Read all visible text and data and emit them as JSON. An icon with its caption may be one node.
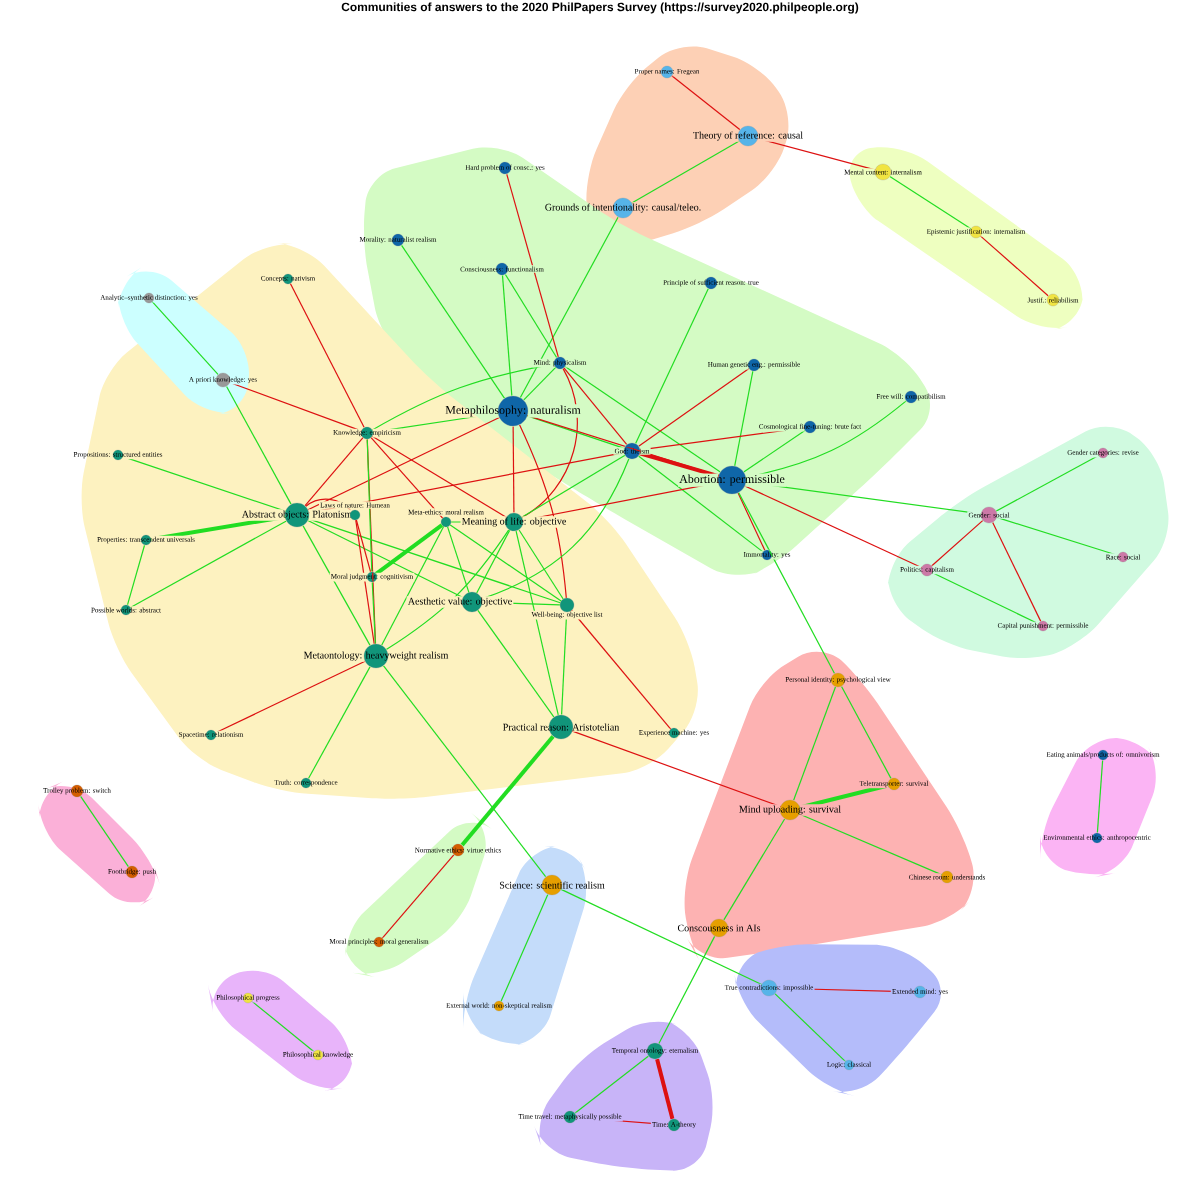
{
  "diagram": {
    "title": "Communities of answers to the 2020 PhilPapers Survey (https://survey2020.philpeople.org)",
    "nodes": [
      {
        "text": [
          "Proper names: Fregean"
        ]
      },
      {
        "text": [
          "Theory of reference: causal"
        ]
      },
      {
        "text": [
          "Mental content: internalism"
        ]
      },
      {
        "text": [
          "Grounds of intentionality: causal/teleo."
        ]
      },
      {
        "text": [
          "Hard problem of consc.: yes"
        ]
      },
      {
        "text": [
          "Epistemic justification: internalism"
        ]
      },
      {
        "text": [
          "Morality: naturalist realism"
        ]
      },
      {
        "text": [
          "Consciousness: functionalism"
        ]
      },
      {
        "text": [
          "Principle of sufficient reason: true"
        ]
      },
      {
        "text": [
          "Concepts: nativism"
        ]
      },
      {
        "text": [
          "Analytic–synthetic distinction: yes"
        ]
      },
      {
        "text": [
          "Justif.: reliabilism"
        ]
      },
      {
        "text": [
          "Mind: physicalism"
        ]
      },
      {
        "text": [
          "Human genetic eng.: permissible"
        ]
      },
      {
        "text": [
          "A priori knowledge: yes"
        ]
      },
      {
        "text": [
          "Free will: compatibilism"
        ]
      },
      {
        "text": [
          "Metaphilosophy: naturalism"
        ]
      },
      {
        "text": [
          "Cosmological fine-tuning: brute fact"
        ]
      },
      {
        "text": [
          "Knowledge: empiricism"
        ]
      },
      {
        "text": [
          "God: theism"
        ]
      },
      {
        "text": [
          "Propositions: structured entities"
        ]
      },
      {
        "text": [
          "Gender categories: revise"
        ]
      },
      {
        "text": [
          "Abortion: permissible"
        ]
      },
      {
        "text": [
          "Abstract objects: Platonism"
        ]
      },
      {
        "text": [
          "Laws of nature: Humean"
        ]
      },
      {
        "text": [
          "Meta-ethics: moral realism"
        ]
      },
      {
        "text": [
          "Meaning of life: objective"
        ]
      },
      {
        "text": [
          "Gender: social"
        ]
      },
      {
        "text": [
          "Properties: transcendent universals"
        ]
      },
      {
        "text": [
          "Immortality: yes"
        ]
      },
      {
        "text": [
          "Race: social"
        ]
      },
      {
        "text": [
          "Politics: capitalism"
        ]
      },
      {
        "text": [
          "Moral judgment: cognitivism"
        ]
      },
      {
        "text": [
          "Aesthetic value: objective"
        ]
      },
      {
        "text": [
          "Well-being: objective list"
        ]
      },
      {
        "text": [
          "Possible worlds: abstract"
        ]
      },
      {
        "text": [
          "Capital punishment: permissible"
        ]
      },
      {
        "text": [
          "Metaontology: heavyweight realism"
        ]
      },
      {
        "text": [
          "Personal identity: psychological view"
        ]
      },
      {
        "text": [
          "Practical reason: Aristotelian"
        ]
      },
      {
        "text": [
          "Experience machine: yes"
        ]
      },
      {
        "text": [
          "Spacetime: relationism"
        ]
      },
      {
        "text": [
          "Eating animals/products of: omnivorism"
        ]
      },
      {
        "text": [
          "Trolley problem: switch"
        ]
      },
      {
        "text": [
          "Truth: correspondence"
        ]
      },
      {
        "text": [
          "Teletransporter: survival"
        ]
      },
      {
        "text": [
          "Mind uploading: survival"
        ]
      },
      {
        "text": [
          "Normative ethics: virtue ethics"
        ]
      },
      {
        "text": [
          "Environmental ethics: anthropocentric"
        ]
      },
      {
        "text": [
          "Footbridge: push"
        ]
      },
      {
        "text": [
          "Chinese room: understands"
        ]
      },
      {
        "text": [
          "Science: scientific realism"
        ]
      },
      {
        "text": [
          "Conscousness in AIs"
        ]
      },
      {
        "text": [
          "Moral principles: moral generalism"
        ]
      },
      {
        "text": [
          "True contradictions: impossible"
        ]
      },
      {
        "text": [
          "Extended mind: yes"
        ]
      },
      {
        "text": [
          "Philosophical progress"
        ]
      },
      {
        "text": [
          "External world: non-skeptical realism"
        ]
      },
      {
        "text": [
          "Temporal ontology: eternalism"
        ]
      },
      {
        "text": [
          "Philosophical knowledge"
        ]
      },
      {
        "text": [
          "Logic: classical"
        ]
      },
      {
        "text": [
          "Time travel: metaphysically possible"
        ]
      },
      {
        "text": [
          "Time: A-theory"
        ]
      }
    ],
    "edges": [
      {
        "from": 1,
        "to": 0,
        "arrow": "none",
        "color": "#dd1111"
      },
      {
        "from": 1,
        "to": 2,
        "arrow": "none",
        "color": "#dd1111"
      },
      {
        "from": 1,
        "to": 3,
        "arrow": "none"
      },
      {
        "from": 2,
        "to": 5,
        "arrow": "none"
      },
      {
        "from": 5,
        "to": 11,
        "arrow": "none",
        "color": "#dd1111"
      },
      {
        "from": 3,
        "to": 16,
        "arrow": "none"
      },
      {
        "from": 4,
        "to": 12,
        "arrow": "none",
        "color": "#dd1111"
      },
      {
        "from": 6,
        "to": 16,
        "arrow": "none"
      },
      {
        "from": 7,
        "to": 16,
        "arrow": "none"
      },
      {
        "from": 7,
        "to": 12,
        "arrow": "none"
      },
      {
        "from": 8,
        "to": 19,
        "arrow": "none"
      },
      {
        "from": 9,
        "to": 18,
        "arrow": "none",
        "color": "#dd1111"
      },
      {
        "from": 10,
        "to": 14,
        "arrow": "none"
      },
      {
        "from": 14,
        "to": 23,
        "arrow": "none"
      },
      {
        "from": 14,
        "to": 18,
        "arrow": "none",
        "color": "#dd1111"
      },
      {
        "from": 12,
        "to": 16,
        "arrow": "none"
      },
      {
        "from": 12,
        "to": 19,
        "arrow": "none",
        "color": "#dd1111"
      },
      {
        "from": 12,
        "to": 26,
        "arrow": "none",
        "color": "#dd1111"
      },
      {
        "from": 12,
        "to": 18,
        "arrow": "none"
      },
      {
        "from": 12,
        "to": 22,
        "arrow": "none"
      },
      {
        "from": 13,
        "to": 19,
        "arrow": "none",
        "color": "#dd1111"
      },
      {
        "from": 13,
        "to": 22,
        "arrow": "none"
      },
      {
        "from": 15,
        "to": 22,
        "arrow": "none"
      },
      {
        "from": 17,
        "to": 19,
        "arrow": "none",
        "color": "#dd1111"
      },
      {
        "from": 17,
        "to": 22,
        "arrow": "none"
      },
      {
        "from": 16,
        "to": 18,
        "arrow": "none"
      },
      {
        "from": 16,
        "to": 19,
        "arrow": "none"
      },
      {
        "from": 16,
        "to": 22,
        "arrow": "none",
        "color": "#dd1111"
      },
      {
        "from": 16,
        "to": 23,
        "arrow": "none",
        "color": "#dd1111"
      },
      {
        "from": 16,
        "to": 26,
        "arrow": "none",
        "color": "#dd1111"
      },
      {
        "from": 16,
        "to": 34,
        "arrow": "none",
        "color": "#dd1111"
      },
      {
        "from": 18,
        "to": 23,
        "arrow": "none",
        "color": "#dd1111"
      },
      {
        "from": 18,
        "to": 25,
        "arrow": "none",
        "color": "#dd1111"
      },
      {
        "from": 18,
        "to": 26,
        "arrow": "none",
        "color": "#dd1111"
      },
      {
        "from": 18,
        "to": 37,
        "arrow": "none",
        "color": "#dd1111"
      },
      {
        "from": 18,
        "to": 32,
        "arrow": "none"
      },
      {
        "from": 19,
        "to": 22,
        "arrow": "none",
        "style": "thick",
        "color": "#dd1111"
      },
      {
        "from": 19,
        "to": 26,
        "arrow": "none"
      },
      {
        "from": 19,
        "to": 33,
        "arrow": "none"
      },
      {
        "from": 19,
        "to": 29,
        "arrow": "none"
      },
      {
        "from": 19,
        "to": 23,
        "arrow": "none",
        "color": "#dd1111"
      },
      {
        "from": 22,
        "to": 26,
        "arrow": "none",
        "color": "#dd1111"
      },
      {
        "from": 22,
        "to": 27,
        "arrow": "none"
      },
      {
        "from": 22,
        "to": 31,
        "arrow": "none",
        "color": "#dd1111"
      },
      {
        "from": 22,
        "to": 29,
        "arrow": "none",
        "color": "#dd1111"
      },
      {
        "from": 22,
        "to": 38,
        "arrow": "none"
      },
      {
        "from": 23,
        "to": 20,
        "arrow": "none"
      },
      {
        "from": 23,
        "to": 28,
        "arrow": "none",
        "style": "thick"
      },
      {
        "from": 23,
        "to": 35,
        "arrow": "none"
      },
      {
        "from": 23,
        "to": 24,
        "arrow": "none",
        "color": "#dd1111"
      },
      {
        "from": 23,
        "to": 37,
        "arrow": "none"
      },
      {
        "from": 23,
        "to": 33,
        "arrow": "none"
      },
      {
        "from": 23,
        "to": 34,
        "arrow": "none"
      },
      {
        "from": 24,
        "to": 37,
        "arrow": "none",
        "color": "#dd1111"
      },
      {
        "from": 24,
        "to": 32,
        "arrow": "none",
        "color": "#dd1111"
      },
      {
        "from": 25,
        "to": 26,
        "arrow": "none"
      },
      {
        "from": 25,
        "to": 33,
        "arrow": "none"
      },
      {
        "from": 25,
        "to": 37,
        "arrow": "none"
      },
      {
        "from": 25,
        "to": 32,
        "arrow": "none",
        "style": "thick"
      },
      {
        "from": 25,
        "to": 34,
        "arrow": "none"
      },
      {
        "from": 26,
        "to": 33,
        "arrow": "none"
      },
      {
        "from": 26,
        "to": 37,
        "arrow": "none"
      },
      {
        "from": 26,
        "to": 39,
        "arrow": "none"
      },
      {
        "from": 26,
        "to": 34,
        "arrow": "none"
      },
      {
        "from": 28,
        "to": 35,
        "arrow": "none"
      },
      {
        "from": 32,
        "to": 37,
        "arrow": "none"
      },
      {
        "from": 33,
        "to": 34,
        "arrow": "none"
      },
      {
        "from": 33,
        "to": 39,
        "arrow": "none"
      },
      {
        "from": 34,
        "to": 39,
        "arrow": "none"
      },
      {
        "from": 34,
        "to": 40,
        "arrow": "none",
        "color": "#dd1111"
      },
      {
        "from": 37,
        "to": 41,
        "arrow": "none",
        "color": "#dd1111"
      },
      {
        "from": 37,
        "to": 44,
        "arrow": "none"
      },
      {
        "from": 37,
        "to": 51,
        "arrow": "none"
      },
      {
        "from": 39,
        "to": 47,
        "arrow": "none",
        "style": "thick"
      },
      {
        "from": 39,
        "to": 46,
        "arrow": "none",
        "color": "#dd1111"
      },
      {
        "from": 38,
        "to": 45,
        "arrow": "none"
      },
      {
        "from": 38,
        "to": 46,
        "arrow": "none"
      },
      {
        "from": 45,
        "to": 46,
        "arrow": "none",
        "style": "thick"
      },
      {
        "from": 46,
        "to": 50,
        "arrow": "none"
      },
      {
        "from": 46,
        "to": 52,
        "arrow": "none"
      },
      {
        "from": 47,
        "to": 53,
        "arrow": "none",
        "color": "#dd1111"
      },
      {
        "from": 43,
        "to": 49,
        "arrow": "none"
      },
      {
        "from": 51,
        "to": 57,
        "arrow": "none"
      },
      {
        "from": 51,
        "to": 54,
        "arrow": "none"
      },
      {
        "from": 52,
        "to": 58,
        "arrow": "none"
      },
      {
        "from": 54,
        "to": 55,
        "arrow": "none",
        "color": "#dd1111"
      },
      {
        "from": 54,
        "to": 60,
        "arrow": "none"
      },
      {
        "from": 56,
        "to": 59,
        "arrow": "none"
      },
      {
        "from": 42,
        "to": 48,
        "arrow": "none"
      },
      {
        "from": 58,
        "to": 61,
        "arrow": "none"
      },
      {
        "from": 58,
        "to": 62,
        "arrow": "none",
        "style": "thick",
        "color": "#dd1111"
      },
      {
        "from": 61,
        "to": 62,
        "arrow": "none",
        "color": "#dd1111"
      },
      {
        "from": 27,
        "to": 21,
        "arrow": "none"
      },
      {
        "from": 27,
        "to": 30,
        "arrow": "none"
      },
      {
        "from": 27,
        "to": 31,
        "arrow": "none",
        "color": "#dd1111"
      },
      {
        "from": 27,
        "to": 36,
        "arrow": "none",
        "color": "#dd1111"
      },
      {
        "from": 31,
        "to": 36,
        "arrow": "none"
      }
    ]
  }
}
